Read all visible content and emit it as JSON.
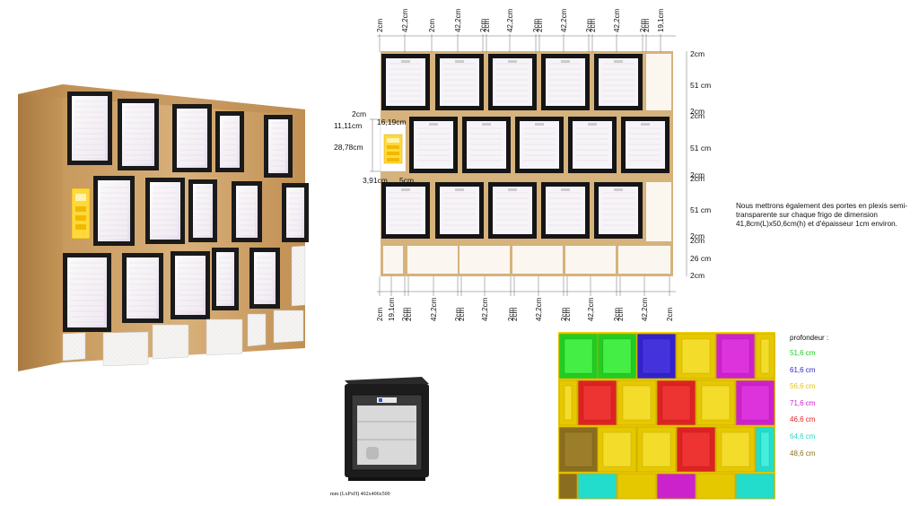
{
  "elevation": {
    "top_dims": [
      "2cm",
      "42,2cm",
      "2cm",
      "42,2cm",
      "2cm",
      "2cm",
      "42,2cm",
      "2cm",
      "2cm",
      "42,2cm",
      "2cm",
      "2cm",
      "42,2cm",
      "2cm",
      "2cm",
      "19,1cm"
    ],
    "bottom_dims": [
      "2cm",
      "19,1cm",
      "2cm",
      "2cm",
      "42,2cm",
      "2cm",
      "2cm",
      "42,2cm",
      "2cm",
      "2cm",
      "42,2cm",
      "2cm",
      "2cm",
      "42,2cm",
      "2cm",
      "2cm",
      "42,2cm",
      "2cm"
    ],
    "right_dims": [
      "2cm",
      "51 cm",
      "2cm",
      "2cm",
      "51 cm",
      "2cm",
      "2cm",
      "51 cm",
      "2cm",
      "2cm",
      "26 cm",
      "2cm"
    ],
    "left_dims": [
      "2cm",
      "16,19cm",
      "11,11cm",
      "28,78cm",
      "3,91cm",
      "5cm"
    ]
  },
  "note": {
    "text": "Nous mettrons également des portes en plexis semi-transparente sur chaque frigo de dimension 41,8cm(L)x50,6cm(h) et d'épaisseur 1cm environ."
  },
  "depth_legend": {
    "title": "profondeur :",
    "items": [
      {
        "label": "51,6 cm",
        "color": "#22cc22"
      },
      {
        "label": "61,6 cm",
        "color": "#3322cc"
      },
      {
        "label": "56,6 cm",
        "color": "#e6c800"
      },
      {
        "label": "71,6 cm",
        "color": "#cc22cc"
      },
      {
        "label": "46,6 cm",
        "color": "#dd2222"
      },
      {
        "label": "64,6 cm",
        "color": "#22ddcc"
      },
      {
        "label": "48,6 cm",
        "color": "#8a6d1e"
      }
    ]
  },
  "fridge_caption": "mm (LxPxH) 402x406x500"
}
